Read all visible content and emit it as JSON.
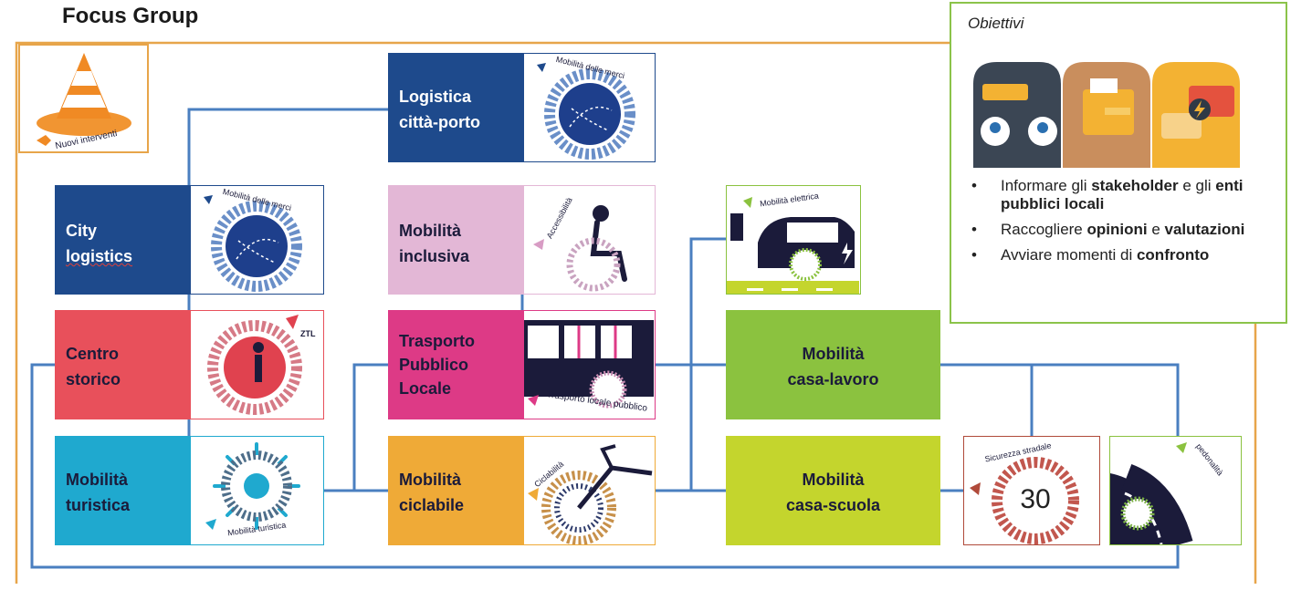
{
  "title": "Focus Group",
  "cone_caption": "Nuovi interventi",
  "blocks": {
    "logistica_citta_porto": {
      "label1": "Logistica",
      "label2": "città-porto",
      "icon_caption": "Mobilità delle merci"
    },
    "city_logistics": {
      "label1": "City",
      "label2": "logistics",
      "icon_caption": "Mobilità delle merci"
    },
    "mobilita_inclusiva": {
      "label1": "Mobilità",
      "label2": "inclusiva",
      "icon_caption": "Accessibilità"
    },
    "mobilita_elettrica": {
      "icon_caption": "Mobilità elettrica"
    },
    "centro_storico": {
      "label1": "Centro",
      "label2": "storico",
      "icon_caption": "ZTL"
    },
    "tpl": {
      "label1": "Trasporto",
      "label2": "Pubblico",
      "label3": "Locale",
      "icon_caption": "Trasporto locale pubblico"
    },
    "casa_lavoro": {
      "label1": "Mobilità",
      "label2": "casa-lavoro"
    },
    "mobilita_turistica": {
      "label1": "Mobilità",
      "label2": "turistica",
      "icon_caption": "Mobilità turistica"
    },
    "mobilita_ciclabile": {
      "label1": "Mobilità",
      "label2": "ciclabile",
      "icon_caption": "Ciclabilità"
    },
    "casa_scuola": {
      "label1": "Mobilità",
      "label2": "casa-scuola"
    },
    "sicurezza": {
      "icon_caption": "Sicurezza stradale",
      "speed": "30"
    },
    "pedonalita": {
      "icon_caption": "pedonalità"
    }
  },
  "objectives": {
    "heading": "Obiettivi",
    "items": [
      {
        "t1": "Informare gli ",
        "b1": "stakeholder",
        "t2": " e gli ",
        "b2": "enti pubblici locali"
      },
      {
        "t1": "Raccogliere ",
        "b1": "opinioni",
        "t2": " e ",
        "b2": "valutazioni"
      },
      {
        "t1": "Avviare momenti di ",
        "b1": "confronto",
        "t2": "",
        "b2": ""
      }
    ]
  },
  "colors": {
    "navy": "#1e4a8c",
    "pink_light": "#e3b7d6",
    "red": "#e8505b",
    "magenta": "#dd3a86",
    "cyan": "#1fa9cf",
    "orange": "#efaa37",
    "green": "#8bc23f",
    "lime": "#c4d52d",
    "connector": "#4a7fc0",
    "frame": "#e7a54a"
  },
  "icons": [
    "traffic-cone-icon",
    "freight-mobility-icon",
    "wheelchair-icon",
    "electric-car-icon",
    "ztl-walker-icon",
    "bus-icon",
    "compass-wheel-icon",
    "bicycle-icon",
    "speed-limit-icon",
    "pedestrian-road-icon",
    "meeting-people-icon",
    "folder-icon",
    "chat-bubbles-icon"
  ]
}
